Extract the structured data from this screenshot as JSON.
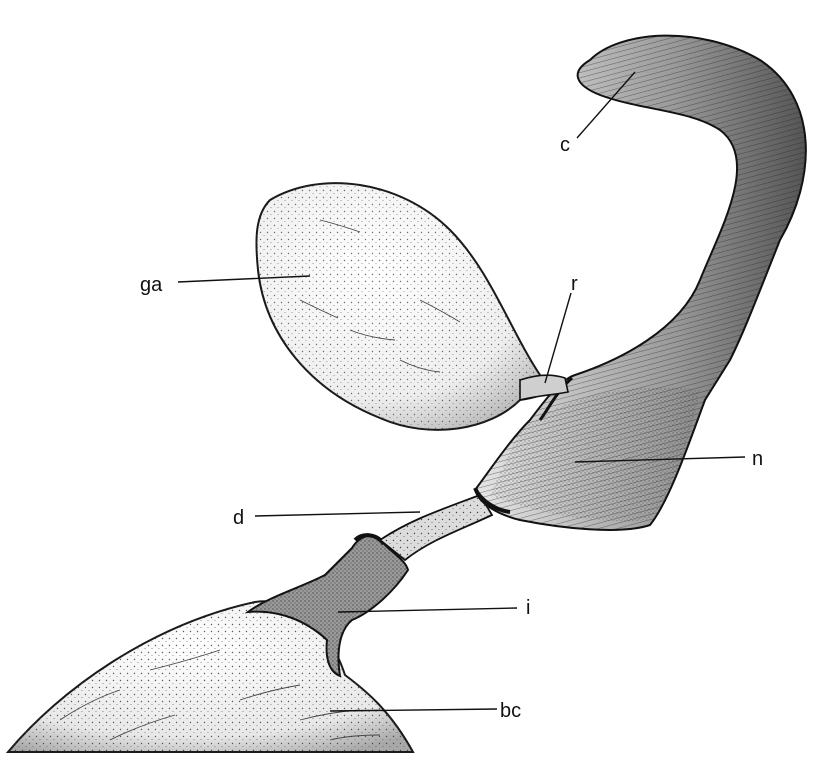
{
  "figure": {
    "labels": {
      "c": "c",
      "ga": "ga",
      "r": "r",
      "n": "n",
      "d": "d",
      "i": "i",
      "bc": "bc"
    }
  }
}
